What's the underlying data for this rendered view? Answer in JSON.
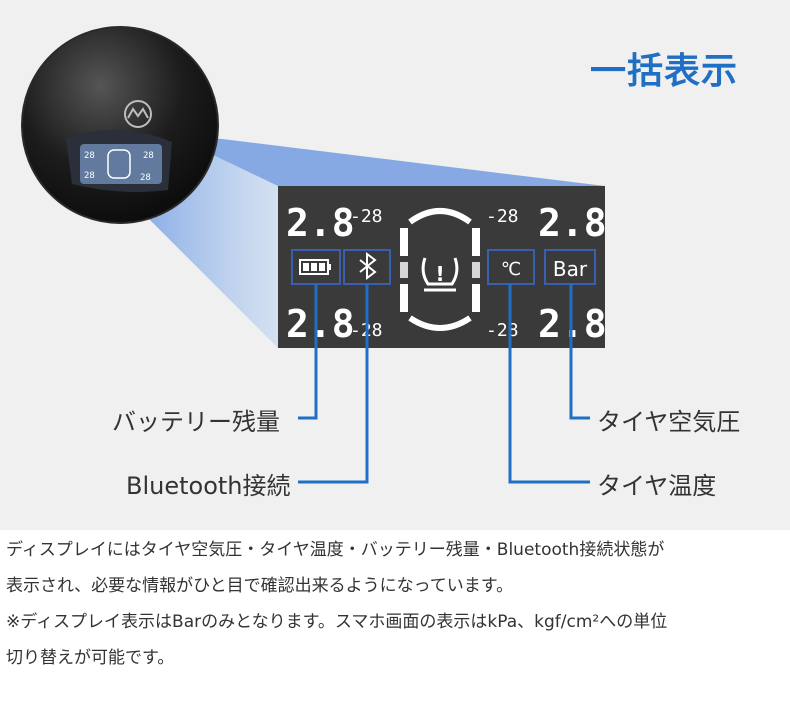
{
  "heading": "一括表示",
  "display": {
    "top_left_pressure": "2.8",
    "top_left_temp": "-28",
    "top_right_temp": "-28",
    "top_right_pressure": "2.8",
    "bottom_left_pressure": "2.8",
    "bottom_left_temp": "-28",
    "bottom_right_temp": "-28",
    "bottom_right_pressure": "2.8",
    "celsius_symbol": "℃",
    "unit_label": "Bar",
    "alert_mark": "!"
  },
  "callouts": {
    "battery": "バッテリー残量",
    "bluetooth": "Bluetooth接続",
    "pressure": "タイヤ空気圧",
    "temperature": "タイヤ温度"
  },
  "icons": [
    "battery-icon",
    "bluetooth-icon",
    "car-outline-icon",
    "tire-alert-icon",
    "logo-icon"
  ],
  "colors": {
    "accent": "#1f6fc4",
    "lcd_bg": "#3a3a3a",
    "lcd_frame": "#3a5fb0"
  },
  "caption": {
    "line1": "ディスプレイにはタイヤ空気圧・タイヤ温度・バッテリー残量・Bluetooth接続状態が",
    "line2": "表示され、必要な情報がひと目で確認出来るようになっています。",
    "line3": "※ディスプレイ表示はBarのみとなります。スマホ画面の表示はkPa、kgf/cm²への単位",
    "line4": "切り替えが可能です。"
  }
}
